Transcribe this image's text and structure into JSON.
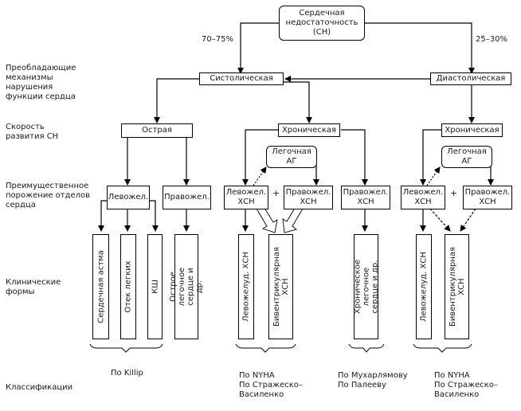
{
  "root": {
    "label": "Сердечная\nнедостаточность\n(СН)"
  },
  "percent_left": "70–75%",
  "percent_right": "25–30%",
  "row_labels": {
    "mechanisms": "Преобладающие\nмеханизмы\nнарушения\nфункции сердца",
    "speed": "Скорость\nразвития СН",
    "damage": "Преимущественное\nпорожение отделов\nсердца",
    "clinical": "Клинические\nформы",
    "classifications": "Классификации"
  },
  "mechanisms": {
    "systolic": "Систолическая",
    "diastolic": "Диастолическая"
  },
  "speed": {
    "acute": "Острая",
    "chronic_systolic": "Хроническая",
    "chronic_diastolic": "Хроническая"
  },
  "pulmonary_ag": "Легочная\nАГ",
  "plus": "+",
  "damage": {
    "acute_left": "Левожел.",
    "acute_right": "Правожел.",
    "chronic_left": "Левожел.\nХСН",
    "chronic_right": "Правожел.\nХСН",
    "chronic_right_only": "Правожел.\nХСН",
    "diast_left": "Левожел.\nХСН",
    "diast_right": "Правожел.\nХСН"
  },
  "clinical_forms": {
    "cardiac_asthma": "Сердечная астма",
    "pulmonary_edema": "Отек легких",
    "cardiogenic_shock": "КШ",
    "acute_cor_pulmonale": "Острое легочное\nсердце и др.",
    "left_chf": "Левожелуд. ХСН",
    "biventricular_chf": "Бивентрикулярная\nХСН",
    "chronic_cor_pulmonale": "Хроническое легочное\nсердце и др.",
    "diast_left_chf": "Левожелуд. ХСН",
    "diast_biventricular_chf": "Бивентрикулярная\nХСН"
  },
  "classifications": {
    "killip": "По Killip",
    "nyha_systolic": "По NYHA\nПо Стражеско–\nВасиленко",
    "mukharlyamov": "По Мухарлямову\nПо Палееву",
    "nyha_diastolic": "По NYHA\nПо Стражеско–\nВасиленко"
  }
}
